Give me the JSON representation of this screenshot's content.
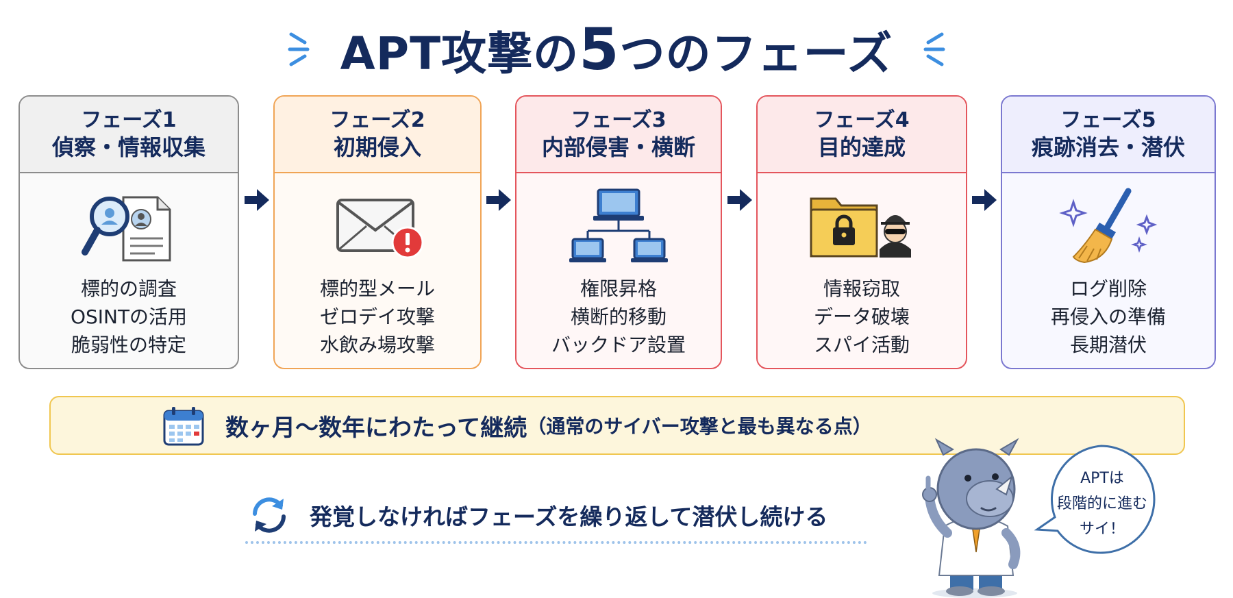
{
  "title": {
    "prefix": "APT攻撃の",
    "number": "5",
    "suffix": "つのフェーズ"
  },
  "phases": [
    {
      "number": "フェーズ1",
      "name": "偵察・情報収集",
      "icon": "magnifier-document-icon",
      "items": [
        "標的の調査",
        "OSINTの活用",
        "脆弱性の特定"
      ]
    },
    {
      "number": "フェーズ2",
      "name": "初期侵入",
      "icon": "envelope-alert-icon",
      "items": [
        "標的型メール",
        "ゼロデイ攻撃",
        "水飲み場攻撃"
      ]
    },
    {
      "number": "フェーズ3",
      "name": "内部侵害・横断",
      "icon": "network-computers-icon",
      "items": [
        "権限昇格",
        "横断的移動",
        "バックドア設置"
      ]
    },
    {
      "number": "フェーズ4",
      "name": "目的達成",
      "icon": "locked-folder-spy-icon",
      "items": [
        "情報窃取",
        "データ破壊",
        "スパイ活動"
      ]
    },
    {
      "number": "フェーズ5",
      "name": "痕跡消去・潜伏",
      "icon": "broom-sparkle-icon",
      "items": [
        "ログ削除",
        "再侵入の準備",
        "長期潜伏"
      ]
    }
  ],
  "banner": {
    "main": "数ヶ月〜数年にわたって継続",
    "note": "（通常のサイバー攻撃と最も異なる点）"
  },
  "loop": {
    "text": "発覚しなければフェーズを繰り返して潜伏し続ける"
  },
  "bubble": {
    "line1": "APTは",
    "line2": "段階的に進む",
    "line3": "サイ！"
  },
  "colors": {
    "navy": "#142a5c",
    "phase1": "#8c8c8c",
    "phase2": "#f0a455",
    "phase3": "#e4555c",
    "phase4": "#e4555c",
    "phase5": "#7b78d0",
    "banner": "#f0c64f"
  }
}
